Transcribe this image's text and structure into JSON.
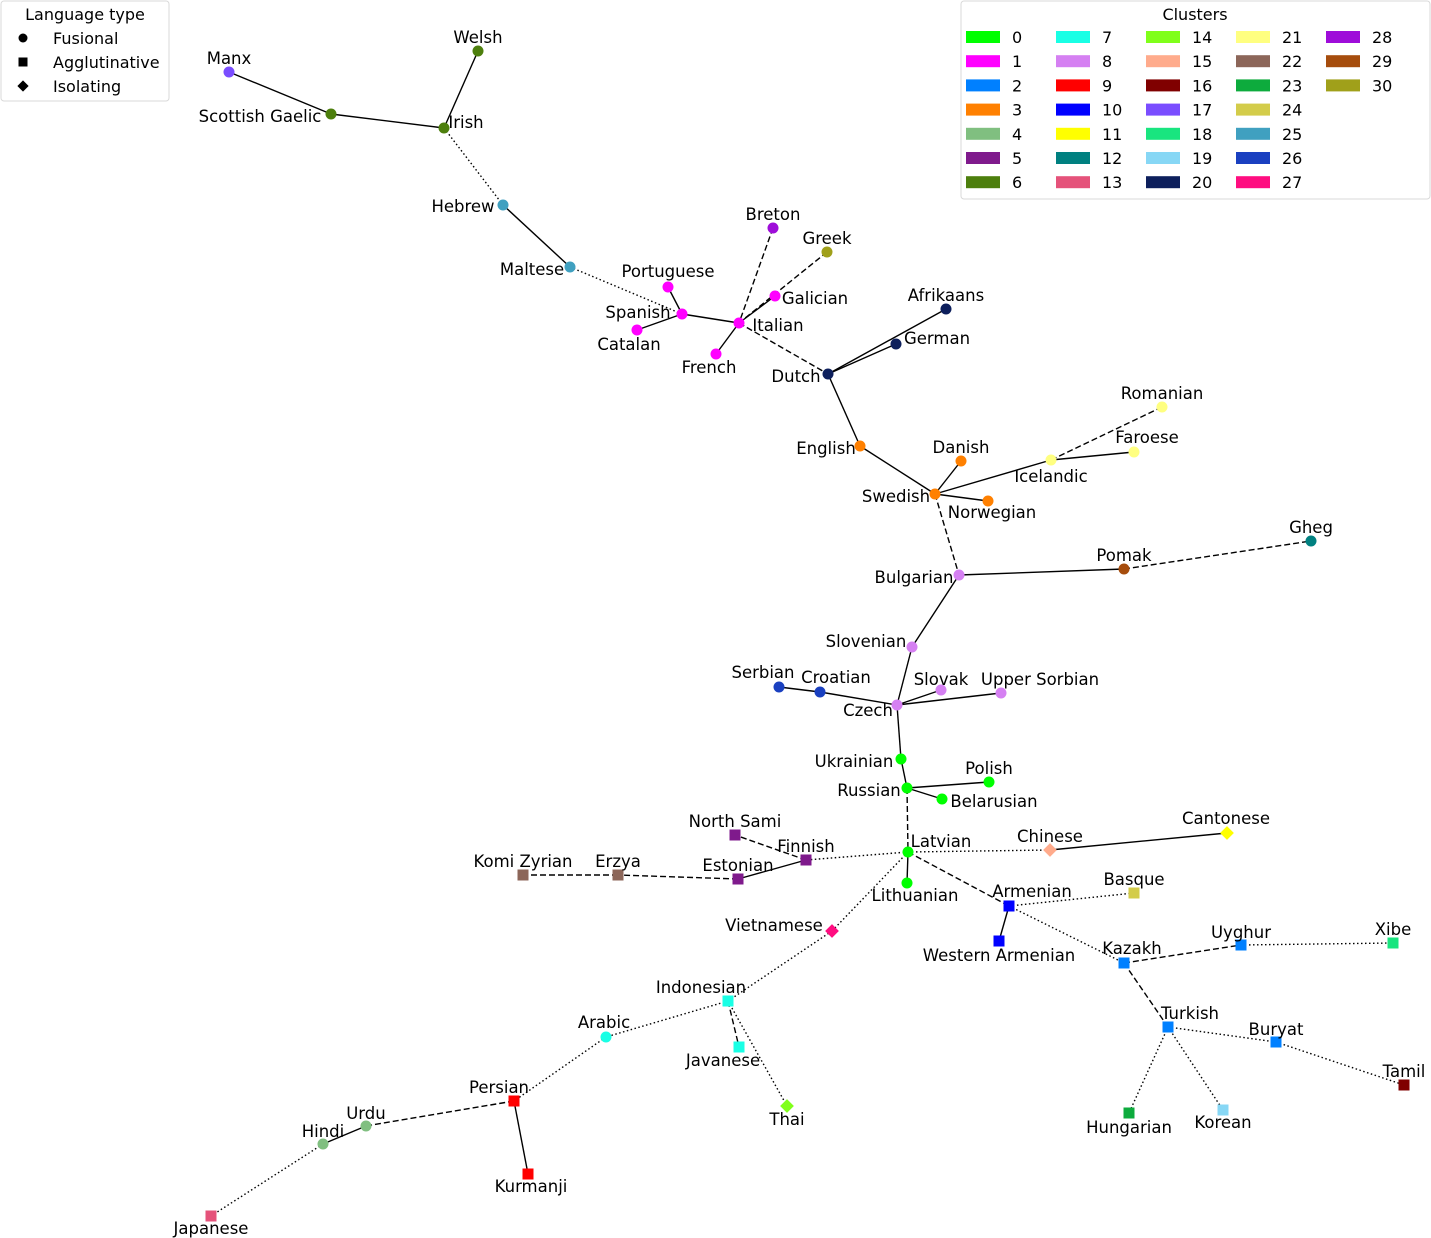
{
  "legend_type": {
    "title": "Language type",
    "items": [
      {
        "label": "Fusional",
        "shape": "circle"
      },
      {
        "label": "Agglutinative",
        "shape": "square"
      },
      {
        "label": "Isolating",
        "shape": "diamond"
      }
    ]
  },
  "legend_clusters": {
    "title": "Clusters",
    "items": [
      {
        "label": "0",
        "color": "#00ff00"
      },
      {
        "label": "1",
        "color": "#ff00ff"
      },
      {
        "label": "2",
        "color": "#0080ff"
      },
      {
        "label": "3",
        "color": "#ff8000"
      },
      {
        "label": "4",
        "color": "#80bf80"
      },
      {
        "label": "5",
        "color": "#7f1a8c"
      },
      {
        "label": "6",
        "color": "#4d7f0d"
      },
      {
        "label": "7",
        "color": "#19ffe5"
      },
      {
        "label": "8",
        "color": "#d580f2"
      },
      {
        "label": "9",
        "color": "#ff0000"
      },
      {
        "label": "10",
        "color": "#0000ff"
      },
      {
        "label": "11",
        "color": "#ffff00"
      },
      {
        "label": "12",
        "color": "#008080"
      },
      {
        "label": "13",
        "color": "#e5527a"
      },
      {
        "label": "14",
        "color": "#80ff1a"
      },
      {
        "label": "15",
        "color": "#ffab8c"
      },
      {
        "label": "16",
        "color": "#800000"
      },
      {
        "label": "17",
        "color": "#7a4dff"
      },
      {
        "label": "18",
        "color": "#19e57f"
      },
      {
        "label": "19",
        "color": "#87d7f5"
      },
      {
        "label": "20",
        "color": "#0d1f5c"
      },
      {
        "label": "21",
        "color": "#ffff80"
      },
      {
        "label": "22",
        "color": "#8c6659"
      },
      {
        "label": "23",
        "color": "#0dab3d"
      },
      {
        "label": "24",
        "color": "#d3cc4a"
      },
      {
        "label": "25",
        "color": "#40a0c0"
      },
      {
        "label": "26",
        "color": "#1a40c0"
      },
      {
        "label": "27",
        "color": "#ff0d80"
      },
      {
        "label": "28",
        "color": "#9e0dd9"
      },
      {
        "label": "29",
        "color": "#a64d0d"
      },
      {
        "label": "30",
        "color": "#a0a01a"
      }
    ]
  },
  "nodes": [
    {
      "id": "Manx",
      "label": "Manx",
      "cluster": 17,
      "type": "circle"
    },
    {
      "id": "Welsh",
      "label": "Welsh",
      "cluster": 6,
      "type": "circle"
    },
    {
      "id": "ScottishGaelic",
      "label": "Scottish Gaelic",
      "cluster": 6,
      "type": "circle"
    },
    {
      "id": "Irish",
      "label": "Irish",
      "cluster": 6,
      "type": "circle"
    },
    {
      "id": "Hebrew",
      "label": "Hebrew",
      "cluster": 25,
      "type": "circle"
    },
    {
      "id": "Maltese",
      "label": "Maltese",
      "cluster": 25,
      "type": "circle"
    },
    {
      "id": "Breton",
      "label": "Breton",
      "cluster": 28,
      "type": "circle"
    },
    {
      "id": "Greek",
      "label": "Greek",
      "cluster": 30,
      "type": "circle"
    },
    {
      "id": "Portuguese",
      "label": "Portuguese",
      "cluster": 1,
      "type": "circle"
    },
    {
      "id": "Galician",
      "label": "Galician",
      "cluster": 1,
      "type": "circle"
    },
    {
      "id": "Spanish",
      "label": "Spanish",
      "cluster": 1,
      "type": "circle"
    },
    {
      "id": "Italian",
      "label": "Italian",
      "cluster": 1,
      "type": "circle"
    },
    {
      "id": "Catalan",
      "label": "Catalan",
      "cluster": 1,
      "type": "circle"
    },
    {
      "id": "French",
      "label": "French",
      "cluster": 1,
      "type": "circle"
    },
    {
      "id": "Afrikaans",
      "label": "Afrikaans",
      "cluster": 20,
      "type": "circle"
    },
    {
      "id": "German",
      "label": "German",
      "cluster": 20,
      "type": "circle"
    },
    {
      "id": "Dutch",
      "label": "Dutch",
      "cluster": 20,
      "type": "circle"
    },
    {
      "id": "English",
      "label": "English",
      "cluster": 3,
      "type": "circle"
    },
    {
      "id": "Romanian",
      "label": "Romanian",
      "cluster": 21,
      "type": "circle"
    },
    {
      "id": "Faroese",
      "label": "Faroese",
      "cluster": 21,
      "type": "circle"
    },
    {
      "id": "Danish",
      "label": "Danish",
      "cluster": 3,
      "type": "circle"
    },
    {
      "id": "Icelandic",
      "label": "Icelandic",
      "cluster": 21,
      "type": "circle"
    },
    {
      "id": "Swedish",
      "label": "Swedish",
      "cluster": 3,
      "type": "circle"
    },
    {
      "id": "Norwegian",
      "label": "Norwegian",
      "cluster": 3,
      "type": "circle"
    },
    {
      "id": "Gheg",
      "label": "Gheg",
      "cluster": 12,
      "type": "circle"
    },
    {
      "id": "Pomak",
      "label": "Pomak",
      "cluster": 29,
      "type": "circle"
    },
    {
      "id": "Bulgarian",
      "label": "Bulgarian",
      "cluster": 8,
      "type": "circle"
    },
    {
      "id": "Slovenian",
      "label": "Slovenian",
      "cluster": 8,
      "type": "circle"
    },
    {
      "id": "Serbian",
      "label": "Serbian",
      "cluster": 26,
      "type": "circle"
    },
    {
      "id": "Croatian",
      "label": "Croatian",
      "cluster": 26,
      "type": "circle"
    },
    {
      "id": "Slovak",
      "label": "Slovak",
      "cluster": 8,
      "type": "circle"
    },
    {
      "id": "UpperSorbian",
      "label": "Upper Sorbian",
      "cluster": 8,
      "type": "circle"
    },
    {
      "id": "Czech",
      "label": "Czech",
      "cluster": 8,
      "type": "circle"
    },
    {
      "id": "Ukrainian",
      "label": "Ukrainian",
      "cluster": 0,
      "type": "circle"
    },
    {
      "id": "Polish",
      "label": "Polish",
      "cluster": 0,
      "type": "circle"
    },
    {
      "id": "Russian",
      "label": "Russian",
      "cluster": 0,
      "type": "circle"
    },
    {
      "id": "Belarusian",
      "label": "Belarusian",
      "cluster": 0,
      "type": "circle"
    },
    {
      "id": "NorthSami",
      "label": "North Sami",
      "cluster": 5,
      "type": "square"
    },
    {
      "id": "Finnish",
      "label": "Finnish",
      "cluster": 5,
      "type": "square"
    },
    {
      "id": "Latvian",
      "label": "Latvian",
      "cluster": 0,
      "type": "circle"
    },
    {
      "id": "Chinese",
      "label": "Chinese",
      "cluster": 15,
      "type": "diamond"
    },
    {
      "id": "Cantonese",
      "label": "Cantonese",
      "cluster": 11,
      "type": "diamond"
    },
    {
      "id": "KomiZyrian",
      "label": "Komi Zyrian",
      "cluster": 22,
      "type": "square"
    },
    {
      "id": "Erzya",
      "label": "Erzya",
      "cluster": 22,
      "type": "square"
    },
    {
      "id": "Estonian",
      "label": "Estonian",
      "cluster": 5,
      "type": "square"
    },
    {
      "id": "Lithuanian",
      "label": "Lithuanian",
      "cluster": 0,
      "type": "circle"
    },
    {
      "id": "Armenian",
      "label": "Armenian",
      "cluster": 10,
      "type": "square"
    },
    {
      "id": "Basque",
      "label": "Basque",
      "cluster": 24,
      "type": "square"
    },
    {
      "id": "Vietnamese",
      "label": "Vietnamese",
      "cluster": 27,
      "type": "diamond"
    },
    {
      "id": "WesternArmenian",
      "label": "Western Armenian",
      "cluster": 10,
      "type": "square"
    },
    {
      "id": "Kazakh",
      "label": "Kazakh",
      "cluster": 2,
      "type": "square"
    },
    {
      "id": "Uyghur",
      "label": "Uyghur",
      "cluster": 2,
      "type": "square"
    },
    {
      "id": "Xibe",
      "label": "Xibe",
      "cluster": 18,
      "type": "square"
    },
    {
      "id": "Indonesian",
      "label": "Indonesian",
      "cluster": 7,
      "type": "square"
    },
    {
      "id": "Arabic",
      "label": "Arabic",
      "cluster": 7,
      "type": "circle"
    },
    {
      "id": "Turkish",
      "label": "Turkish",
      "cluster": 2,
      "type": "square"
    },
    {
      "id": "Buryat",
      "label": "Buryat",
      "cluster": 2,
      "type": "square"
    },
    {
      "id": "Javanese",
      "label": "Javanese",
      "cluster": 7,
      "type": "square"
    },
    {
      "id": "Tamil",
      "label": "Tamil",
      "cluster": 16,
      "type": "square"
    },
    {
      "id": "Persian",
      "label": "Persian",
      "cluster": 9,
      "type": "square"
    },
    {
      "id": "Urdu",
      "label": "Urdu",
      "cluster": 4,
      "type": "circle"
    },
    {
      "id": "Hindi",
      "label": "Hindi",
      "cluster": 4,
      "type": "circle"
    },
    {
      "id": "Thai",
      "label": "Thai",
      "cluster": 14,
      "type": "diamond"
    },
    {
      "id": "Hungarian",
      "label": "Hungarian",
      "cluster": 23,
      "type": "square"
    },
    {
      "id": "Korean",
      "label": "Korean",
      "cluster": 19,
      "type": "square"
    },
    {
      "id": "Kurmanji",
      "label": "Kurmanji",
      "cluster": 9,
      "type": "square"
    },
    {
      "id": "Japanese",
      "label": "Japanese",
      "cluster": 13,
      "type": "square"
    }
  ],
  "edges": [
    {
      "source": "Manx",
      "target": "ScottishGaelic",
      "style": "solid"
    },
    {
      "source": "ScottishGaelic",
      "target": "Irish",
      "style": "solid"
    },
    {
      "source": "Welsh",
      "target": "Irish",
      "style": "solid"
    },
    {
      "source": "Irish",
      "target": "Hebrew",
      "style": "dotted"
    },
    {
      "source": "Hebrew",
      "target": "Maltese",
      "style": "solid"
    },
    {
      "source": "Maltese",
      "target": "Spanish",
      "style": "dotted"
    },
    {
      "source": "Portuguese",
      "target": "Spanish",
      "style": "solid"
    },
    {
      "source": "Catalan",
      "target": "Spanish",
      "style": "solid"
    },
    {
      "source": "Spanish",
      "target": "Italian",
      "style": "solid"
    },
    {
      "source": "French",
      "target": "Italian",
      "style": "solid"
    },
    {
      "source": "Galician",
      "target": "Italian",
      "style": "solid"
    },
    {
      "source": "Breton",
      "target": "Italian",
      "style": "dashed"
    },
    {
      "source": "Greek",
      "target": "Italian",
      "style": "dashed"
    },
    {
      "source": "Italian",
      "target": "Dutch",
      "style": "dashed"
    },
    {
      "source": "Dutch",
      "target": "German",
      "style": "solid"
    },
    {
      "source": "Dutch",
      "target": "Afrikaans",
      "style": "solid"
    },
    {
      "source": "Dutch",
      "target": "English",
      "style": "solid"
    },
    {
      "source": "English",
      "target": "Swedish",
      "style": "solid"
    },
    {
      "source": "Swedish",
      "target": "Danish",
      "style": "solid"
    },
    {
      "source": "Swedish",
      "target": "Norwegian",
      "style": "solid"
    },
    {
      "source": "Swedish",
      "target": "Icelandic",
      "style": "solid"
    },
    {
      "source": "Icelandic",
      "target": "Faroese",
      "style": "solid"
    },
    {
      "source": "Icelandic",
      "target": "Romanian",
      "style": "dashed"
    },
    {
      "source": "Swedish",
      "target": "Bulgarian",
      "style": "dashed"
    },
    {
      "source": "Bulgarian",
      "target": "Pomak",
      "style": "solid"
    },
    {
      "source": "Pomak",
      "target": "Gheg",
      "style": "dashed"
    },
    {
      "source": "Bulgarian",
      "target": "Slovenian",
      "style": "solid"
    },
    {
      "source": "Slovenian",
      "target": "Czech",
      "style": "solid"
    },
    {
      "source": "Czech",
      "target": "Slovak",
      "style": "solid"
    },
    {
      "source": "Czech",
      "target": "UpperSorbian",
      "style": "solid"
    },
    {
      "source": "Czech",
      "target": "Croatian",
      "style": "solid"
    },
    {
      "source": "Croatian",
      "target": "Serbian",
      "style": "solid"
    },
    {
      "source": "Czech",
      "target": "Ukrainian",
      "style": "solid"
    },
    {
      "source": "Ukrainian",
      "target": "Russian",
      "style": "solid"
    },
    {
      "source": "Russian",
      "target": "Polish",
      "style": "solid"
    },
    {
      "source": "Russian",
      "target": "Belarusian",
      "style": "solid"
    },
    {
      "source": "Russian",
      "target": "Latvian",
      "style": "dashed"
    },
    {
      "source": "Latvian",
      "target": "Lithuanian",
      "style": "solid"
    },
    {
      "source": "Latvian",
      "target": "Finnish",
      "style": "dotted"
    },
    {
      "source": "Finnish",
      "target": "NorthSami",
      "style": "dashed"
    },
    {
      "source": "Finnish",
      "target": "Estonian",
      "style": "solid"
    },
    {
      "source": "Estonian",
      "target": "Erzya",
      "style": "dashed"
    },
    {
      "source": "Erzya",
      "target": "KomiZyrian",
      "style": "dashed"
    },
    {
      "source": "Latvian",
      "target": "Chinese",
      "style": "dotted"
    },
    {
      "source": "Chinese",
      "target": "Cantonese",
      "style": "solid"
    },
    {
      "source": "Latvian",
      "target": "Armenian",
      "style": "dashed"
    },
    {
      "source": "Armenian",
      "target": "WesternArmenian",
      "style": "solid"
    },
    {
      "source": "Armenian",
      "target": "Basque",
      "style": "dotted"
    },
    {
      "source": "Armenian",
      "target": "Kazakh",
      "style": "dotted"
    },
    {
      "source": "Kazakh",
      "target": "Uyghur",
      "style": "dashed"
    },
    {
      "source": "Uyghur",
      "target": "Xibe",
      "style": "dotted"
    },
    {
      "source": "Kazakh",
      "target": "Turkish",
      "style": "dashed"
    },
    {
      "source": "Turkish",
      "target": "Buryat",
      "style": "dotted"
    },
    {
      "source": "Buryat",
      "target": "Tamil",
      "style": "dotted"
    },
    {
      "source": "Turkish",
      "target": "Hungarian",
      "style": "dotted"
    },
    {
      "source": "Turkish",
      "target": "Korean",
      "style": "dotted"
    },
    {
      "source": "Latvian",
      "target": "Vietnamese",
      "style": "dotted"
    },
    {
      "source": "Vietnamese",
      "target": "Indonesian",
      "style": "dotted"
    },
    {
      "source": "Indonesian",
      "target": "Javanese",
      "style": "dashed"
    },
    {
      "source": "Indonesian",
      "target": "Thai",
      "style": "dotted"
    },
    {
      "source": "Indonesian",
      "target": "Arabic",
      "style": "dotted"
    },
    {
      "source": "Arabic",
      "target": "Persian",
      "style": "dotted"
    },
    {
      "source": "Persian",
      "target": "Kurmanji",
      "style": "solid"
    },
    {
      "source": "Persian",
      "target": "Urdu",
      "style": "dashed"
    },
    {
      "source": "Urdu",
      "target": "Hindi",
      "style": "solid"
    },
    {
      "source": "Hindi",
      "target": "Japanese",
      "style": "dotted"
    }
  ]
}
